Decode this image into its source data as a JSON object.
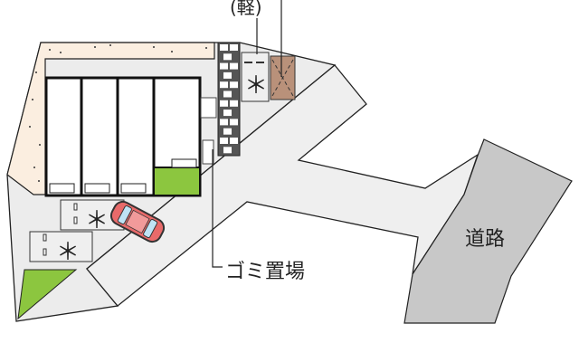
{
  "labels": {
    "kei": "(軽)",
    "garbage": "ゴミ置場",
    "road": "道路"
  },
  "parking_mark": "＊",
  "colors": {
    "road": "#c8c8c8",
    "driveway": "#efefef",
    "lot": "#ececec",
    "planting_strip": "#fbeee0",
    "grass": "#8cc63f",
    "kei_parking": "#b9917a",
    "car": "#e86a6a"
  }
}
